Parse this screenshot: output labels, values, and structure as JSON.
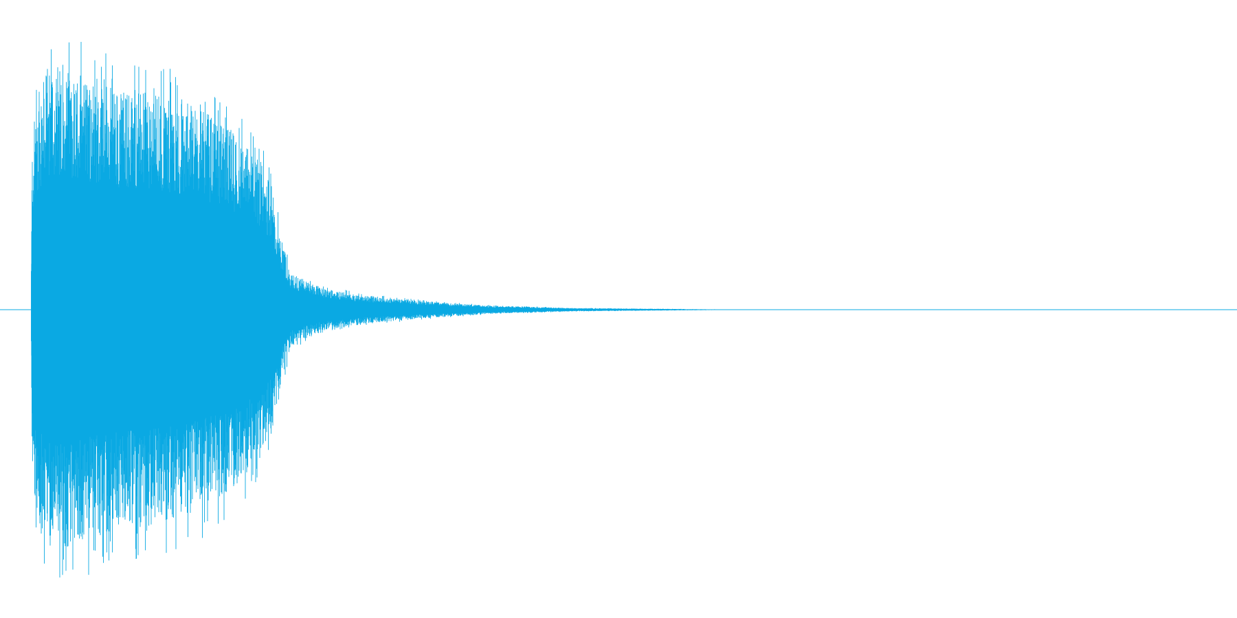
{
  "chart_data": {
    "type": "area",
    "title": "",
    "xlabel": "",
    "ylabel": "",
    "axes_visible": false,
    "grid": false,
    "legend": "none",
    "ylim": [
      -1,
      1
    ],
    "series": [
      {
        "color": "#0aa9e3",
        "envelope": [
          {
            "t": 0.0,
            "amp": 0.0
          },
          {
            "t": 0.001,
            "amp": 0.6
          },
          {
            "t": 0.004,
            "amp": 0.78
          },
          {
            "t": 0.012,
            "amp": 0.88
          },
          {
            "t": 0.03,
            "amp": 0.9
          },
          {
            "t": 0.05,
            "amp": 0.86
          },
          {
            "t": 0.08,
            "amp": 0.82
          },
          {
            "t": 0.11,
            "amp": 0.8
          },
          {
            "t": 0.14,
            "amp": 0.75
          },
          {
            "t": 0.17,
            "amp": 0.66
          },
          {
            "t": 0.19,
            "amp": 0.56
          },
          {
            "t": 0.2,
            "amp": 0.46
          },
          {
            "t": 0.205,
            "amp": 0.32
          },
          {
            "t": 0.215,
            "amp": 0.14
          },
          {
            "t": 0.24,
            "amp": 0.08
          },
          {
            "t": 0.28,
            "amp": 0.05
          },
          {
            "t": 0.33,
            "amp": 0.03
          },
          {
            "t": 0.38,
            "amp": 0.015
          },
          {
            "t": 0.45,
            "amp": 0.006
          },
          {
            "t": 0.55,
            "amp": 0.002
          },
          {
            "t": 0.6,
            "amp": 0.0
          }
        ]
      }
    ]
  }
}
